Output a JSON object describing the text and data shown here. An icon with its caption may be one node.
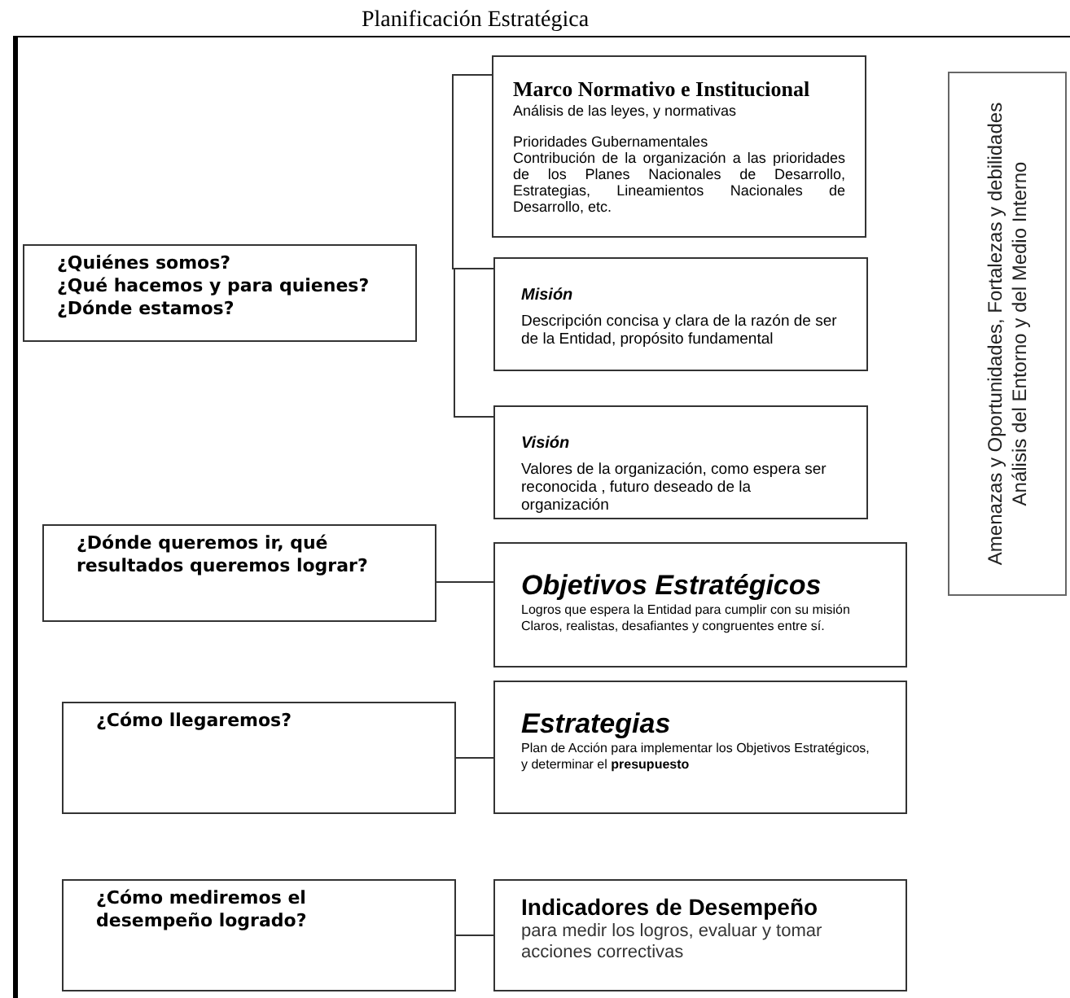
{
  "diagram": {
    "title": "Planificación Estratégica",
    "nodes": [
      {
        "text": [
          "¿Quiénes somos?",
          "¿Qué hacemos y para quienes?",
          "¿Dónde estamos?"
        ]
      },
      {
        "text": [
          "Marco Normativo e Institucional",
          "Análisis de las leyes, y normativas",
          "Prioridades Gubernamentales",
          "Contribución de la organización a las prioridades de los Planes Nacionales de Desarrollo, Estrategias, Lineamientos Nacionales de Desarrollo, etc."
        ]
      },
      {
        "text": [
          "Misión",
          "Descripción concisa y clara de la razón de ser de la Entidad, propósito fundamental"
        ]
      },
      {
        "text": [
          "Visión",
          "Valores de la organización, como espera ser reconocida , futuro deseado de la organización"
        ]
      },
      {
        "text": [
          "¿Dónde queremos ir, qué resultados queremos lograr?"
        ]
      },
      {
        "text": [
          "Objetivos Estratégicos",
          "Logros que espera la Entidad para cumplir con su misión",
          "Claros, realistas, desafiantes y congruentes entre sí."
        ]
      },
      {
        "text": [
          "¿Cómo llegaremos?"
        ]
      },
      {
        "text": [
          "Estrategias",
          "Plan de Acción para implementar los Objetivos Estratégicos, y determinar el **presupuesto**"
        ]
      },
      {
        "text": [
          "¿Cómo mediremos el desempeño logrado?"
        ]
      },
      {
        "text": [
          "Indicadores de Desempeño",
          "para medir los logros, evaluar  y tomar acciones correctivas"
        ]
      },
      {
        "text": [
          "Amenazas y Oportunidades, Fortalezas y debilidades",
          "Análisis del Entorno y del Medio Interno"
        ]
      }
    ],
    "edges": [
      {
        "from": 1,
        "to": 2,
        "arrow": "none"
      },
      {
        "from": 2,
        "to": 3,
        "arrow": "none"
      },
      {
        "from": 4,
        "to": 5,
        "arrow": "none"
      },
      {
        "from": 6,
        "to": 7,
        "arrow": "none"
      },
      {
        "from": 8,
        "to": 9,
        "arrow": "none"
      }
    ]
  }
}
